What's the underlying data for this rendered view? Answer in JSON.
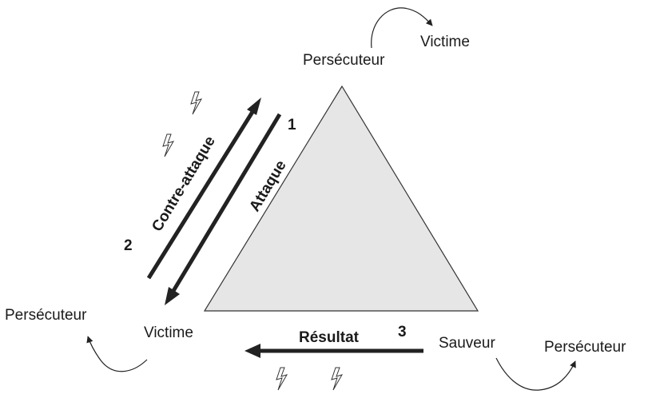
{
  "triangle": {
    "fill": "#e6e6e6",
    "stroke": "#333333"
  },
  "roles": {
    "top": "Persécuteur",
    "top_becomes": "Victime",
    "left": "Victime",
    "left_becomes": "Persécuteur",
    "right": "Sauveur",
    "right_becomes": "Persécuteur"
  },
  "steps": {
    "attack": {
      "number": "1",
      "label": "Attaque"
    },
    "counter": {
      "number": "2",
      "label": "Contre-attaque"
    },
    "result": {
      "number": "3",
      "label": "Résultat"
    }
  },
  "icons": [
    "lightning-icon",
    "lightning-icon",
    "lightning-icon",
    "lightning-icon"
  ],
  "arrow_color": "#222222"
}
